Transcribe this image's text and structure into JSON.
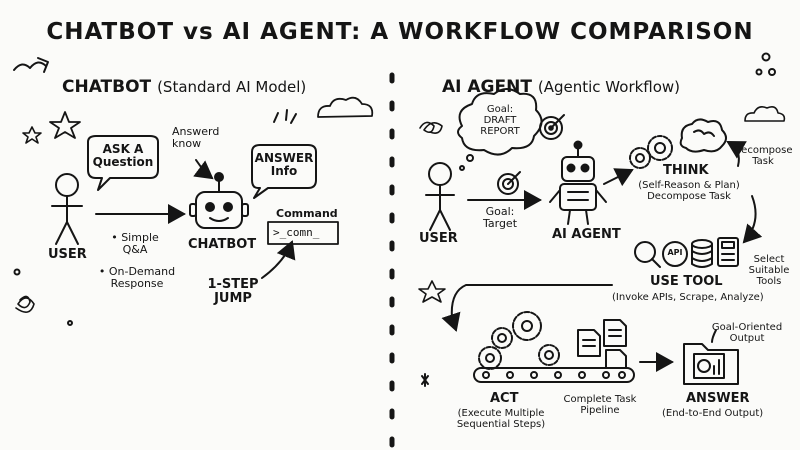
{
  "title": "CHATBOT vs AI AGENT: A WORKFLOW COMPARISON",
  "chatbot": {
    "header_main": "CHATBOT",
    "header_sub": "(Standard AI Model)",
    "user_label": "USER",
    "ask_bubble": "ASK A\nQuestion",
    "answerd_note": "Answerd\nknow",
    "answer_bubble": "ANSWER\nInfo",
    "chatbot_label": "CHATBOT",
    "command_label": "Command",
    "command_text": ">_comn_",
    "bullets": [
      "• Simple\nQ&A",
      "• On-Demand\nResponse"
    ],
    "jump_label": "1-STEP\nJUMP"
  },
  "agent": {
    "header_main": "AI AGENT",
    "header_sub": "(Agentic Workflow)",
    "goal_cloud": "Goal:\nDRAFT\nREPORT",
    "user_label": "USER",
    "goal_target": "Goal:\nTarget",
    "agent_label": "AI AGENT",
    "decompose_label": "Decompose\nTask",
    "think_label": "THINK",
    "think_sub": "(Self-Reason & Plan)\nDecompose Task",
    "select_tools": "Select\nSuitable\nTools",
    "api_label": "API",
    "use_tool_label": "USE TOOL",
    "use_tool_sub": "(Invoke APIs, Scrape, Analyze)",
    "goal_output": "Goal-Oriented\nOutput",
    "act_label": "ACT",
    "act_sub": "(Execute Multiple\nSequential Steps)",
    "pipeline_label": "Complete Task\nPipeline",
    "answer_label": "ANSWER",
    "answer_sub": "(End-to-End Output)"
  },
  "icons": [
    "user-stick-figure-icon",
    "robot-icon",
    "brain-icon",
    "gears-icon",
    "target-icon",
    "magnifier-icon",
    "database-icon",
    "calculator-icon",
    "folder-icon",
    "document-icon",
    "conveyor-belt-icon",
    "cloud-icon",
    "star-icon"
  ],
  "colors": {
    "ink": "#151515",
    "paper": "#fbfbf9"
  }
}
